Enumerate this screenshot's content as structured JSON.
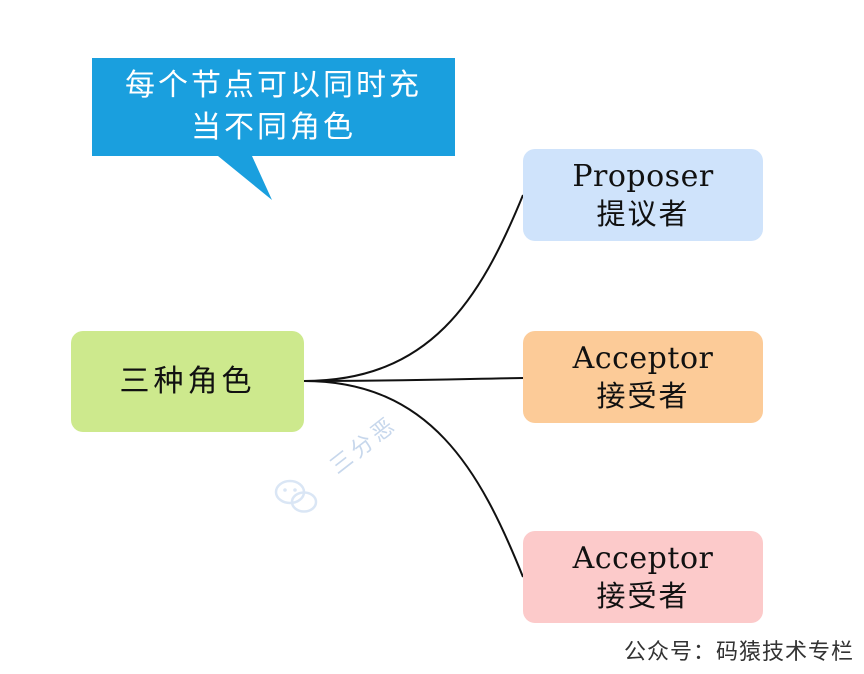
{
  "callout": {
    "line1": "每个节点可以同时充",
    "line2": "当不同角色",
    "color": "#1a9fde"
  },
  "root": {
    "label": "三种角色",
    "color": "#cde98d"
  },
  "roles": [
    {
      "en": "Proposer",
      "zh": "提议者",
      "color": "#cfe3fb"
    },
    {
      "en": "Acceptor",
      "zh": "接受者",
      "color": "#fccb98"
    },
    {
      "en": "Acceptor",
      "zh": "接受者",
      "color": "#fccaca"
    }
  ],
  "watermark": {
    "text": "三分恶",
    "icon": "wechat-icon"
  },
  "footer": {
    "text": "公众号：码猿技术专栏"
  }
}
